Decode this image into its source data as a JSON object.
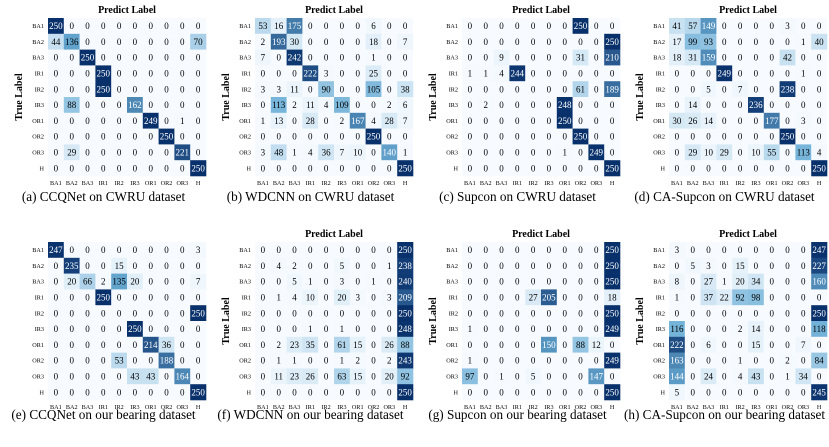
{
  "labels": [
    "BA1",
    "BA2",
    "BA3",
    "IR1",
    "IR2",
    "IR3",
    "OR1",
    "OR2",
    "OR3",
    "H"
  ],
  "colors": {
    "low": "#f7fbff",
    "mid": "#6baed6",
    "high": "#08306b",
    "text_dark": "#000000",
    "text_light": "#ffffff"
  },
  "chart_data": [
    {
      "type": "heatmap",
      "title": "Predict Label",
      "ylabel": "True Label",
      "caption": "(a) CCQNet on CWRU dataset",
      "vmax": 250,
      "values": [
        [
          250,
          0,
          0,
          0,
          0,
          0,
          0,
          0,
          0,
          0
        ],
        [
          44,
          136,
          0,
          0,
          0,
          0,
          0,
          0,
          0,
          70
        ],
        [
          0,
          0,
          250,
          0,
          0,
          0,
          0,
          0,
          0,
          0
        ],
        [
          0,
          0,
          0,
          250,
          0,
          0,
          0,
          0,
          0,
          0
        ],
        [
          0,
          0,
          0,
          250,
          0,
          0,
          0,
          0,
          0,
          0
        ],
        [
          0,
          88,
          0,
          0,
          0,
          162,
          0,
          0,
          0,
          0
        ],
        [
          0,
          0,
          0,
          0,
          0,
          0,
          249,
          0,
          1,
          0
        ],
        [
          0,
          0,
          0,
          0,
          0,
          0,
          0,
          250,
          0,
          0
        ],
        [
          0,
          29,
          0,
          0,
          0,
          0,
          0,
          0,
          221,
          0
        ],
        [
          0,
          0,
          0,
          0,
          0,
          0,
          0,
          0,
          0,
          250
        ]
      ]
    },
    {
      "type": "heatmap",
      "title": "Predict Label",
      "ylabel": "True Label",
      "caption": "(b) WDCNN on CWRU dataset",
      "vmax": 250,
      "values": [
        [
          53,
          16,
          175,
          0,
          0,
          0,
          0,
          6,
          0,
          0
        ],
        [
          2,
          193,
          30,
          0,
          0,
          0,
          0,
          18,
          0,
          7
        ],
        [
          7,
          0,
          242,
          0,
          0,
          0,
          0,
          1,
          0,
          0
        ],
        [
          0,
          0,
          0,
          222,
          3,
          0,
          0,
          25,
          0,
          0
        ],
        [
          3,
          3,
          11,
          0,
          90,
          0,
          0,
          105,
          0,
          38
        ],
        [
          0,
          113,
          2,
          11,
          4,
          109,
          0,
          0,
          2,
          6
        ],
        [
          1,
          13,
          0,
          28,
          0,
          2,
          167,
          4,
          28,
          7
        ],
        [
          0,
          0,
          0,
          0,
          0,
          0,
          0,
          250,
          0,
          0
        ],
        [
          3,
          48,
          1,
          4,
          36,
          7,
          10,
          0,
          140,
          1
        ],
        [
          0,
          0,
          0,
          0,
          0,
          0,
          0,
          0,
          0,
          250
        ]
      ]
    },
    {
      "type": "heatmap",
      "title": "Predict Label",
      "ylabel": "True Label",
      "caption": "(c) Supcon on CWRU dataset",
      "vmax": 250,
      "values": [
        [
          0,
          0,
          0,
          0,
          0,
          0,
          0,
          250,
          0,
          0
        ],
        [
          0,
          0,
          0,
          0,
          0,
          0,
          0,
          0,
          0,
          250
        ],
        [
          0,
          0,
          9,
          0,
          0,
          0,
          0,
          31,
          0,
          210
        ],
        [
          1,
          1,
          4,
          244,
          0,
          0,
          0,
          0,
          0,
          0
        ],
        [
          0,
          0,
          0,
          0,
          0,
          0,
          0,
          61,
          0,
          189
        ],
        [
          0,
          2,
          0,
          0,
          0,
          0,
          248,
          0,
          0,
          0
        ],
        [
          0,
          0,
          0,
          0,
          0,
          0,
          250,
          0,
          0,
          0
        ],
        [
          0,
          0,
          0,
          0,
          0,
          0,
          0,
          250,
          0,
          0
        ],
        [
          0,
          0,
          0,
          0,
          0,
          0,
          1,
          0,
          249,
          0
        ],
        [
          0,
          0,
          0,
          0,
          0,
          0,
          0,
          0,
          0,
          250
        ]
      ]
    },
    {
      "type": "heatmap",
      "title": "Predict Label",
      "ylabel": "True Label",
      "caption": "(d) CA-Supcon on CWRU dataset",
      "vmax": 250,
      "values": [
        [
          41,
          57,
          149,
          0,
          0,
          0,
          0,
          3,
          0,
          0
        ],
        [
          17,
          99,
          93,
          0,
          0,
          0,
          0,
          0,
          1,
          40
        ],
        [
          18,
          31,
          159,
          0,
          0,
          0,
          0,
          42,
          0,
          0
        ],
        [
          0,
          0,
          0,
          249,
          0,
          0,
          0,
          0,
          1,
          0
        ],
        [
          0,
          0,
          5,
          0,
          7,
          0,
          0,
          238,
          0,
          0
        ],
        [
          0,
          14,
          0,
          0,
          0,
          236,
          0,
          0,
          0,
          0
        ],
        [
          30,
          26,
          14,
          0,
          0,
          0,
          177,
          0,
          3,
          0
        ],
        [
          0,
          0,
          0,
          0,
          0,
          0,
          0,
          250,
          0,
          0
        ],
        [
          0,
          29,
          10,
          29,
          0,
          10,
          55,
          0,
          113,
          4
        ],
        [
          0,
          0,
          0,
          0,
          0,
          0,
          0,
          0,
          0,
          250
        ]
      ]
    },
    {
      "type": "heatmap",
      "title": "",
      "ylabel": "",
      "caption": "(e) CCQNet on our bearing dataset",
      "vmax": 250,
      "values": [
        [
          247,
          0,
          0,
          0,
          0,
          0,
          0,
          0,
          0,
          3
        ],
        [
          0,
          235,
          0,
          0,
          15,
          0,
          0,
          0,
          0,
          0
        ],
        [
          0,
          20,
          66,
          2,
          135,
          20,
          0,
          0,
          0,
          7
        ],
        [
          0,
          0,
          0,
          250,
          0,
          0,
          0,
          0,
          0,
          0
        ],
        [
          0,
          0,
          0,
          0,
          0,
          0,
          0,
          0,
          0,
          250
        ],
        [
          0,
          0,
          0,
          0,
          0,
          250,
          0,
          0,
          0,
          0
        ],
        [
          0,
          0,
          0,
          0,
          0,
          0,
          214,
          36,
          0,
          0
        ],
        [
          0,
          0,
          0,
          0,
          53,
          0,
          0,
          188,
          0,
          0
        ],
        [
          0,
          0,
          0,
          0,
          0,
          43,
          43,
          0,
          164,
          0
        ],
        [
          0,
          0,
          0,
          0,
          0,
          0,
          0,
          0,
          0,
          250
        ]
      ]
    },
    {
      "type": "heatmap",
      "title": "Predict Label",
      "ylabel": "True Label",
      "caption": "(f) WDCNN on our bearing dataset",
      "vmax": 250,
      "values": [
        [
          0,
          0,
          0,
          0,
          0,
          0,
          0,
          0,
          0,
          250
        ],
        [
          0,
          4,
          2,
          0,
          0,
          5,
          0,
          0,
          1,
          238
        ],
        [
          0,
          0,
          5,
          1,
          0,
          3,
          0,
          1,
          0,
          240
        ],
        [
          0,
          1,
          4,
          10,
          0,
          20,
          3,
          0,
          3,
          209
        ],
        [
          0,
          0,
          0,
          0,
          0,
          0,
          0,
          0,
          0,
          250
        ],
        [
          0,
          0,
          0,
          1,
          0,
          1,
          0,
          0,
          0,
          248
        ],
        [
          0,
          2,
          23,
          35,
          0,
          61,
          15,
          0,
          26,
          88
        ],
        [
          0,
          1,
          1,
          0,
          0,
          1,
          2,
          0,
          2,
          243
        ],
        [
          0,
          11,
          23,
          26,
          0,
          63,
          15,
          0,
          20,
          92
        ],
        [
          0,
          0,
          0,
          0,
          0,
          0,
          0,
          0,
          0,
          250
        ]
      ]
    },
    {
      "type": "heatmap",
      "title": "Predict Label",
      "ylabel": "True Label",
      "caption": "(g) Supcon on our bearing dataset",
      "vmax": 250,
      "values": [
        [
          0,
          0,
          0,
          0,
          0,
          0,
          0,
          0,
          0,
          250
        ],
        [
          0,
          0,
          0,
          0,
          0,
          0,
          0,
          0,
          0,
          250
        ],
        [
          0,
          0,
          0,
          0,
          0,
          0,
          0,
          0,
          0,
          250
        ],
        [
          0,
          0,
          0,
          0,
          27,
          205,
          0,
          0,
          0,
          18
        ],
        [
          0,
          0,
          0,
          0,
          0,
          0,
          0,
          0,
          0,
          250
        ],
        [
          1,
          0,
          0,
          0,
          0,
          0,
          0,
          0,
          0,
          249
        ],
        [
          0,
          0,
          0,
          0,
          0,
          150,
          0,
          88,
          12,
          0
        ],
        [
          1,
          0,
          0,
          0,
          0,
          0,
          0,
          0,
          0,
          249
        ],
        [
          97,
          0,
          1,
          0,
          5,
          0,
          0,
          0,
          147,
          0
        ],
        [
          0,
          0,
          0,
          0,
          0,
          0,
          0,
          0,
          0,
          250
        ]
      ]
    },
    {
      "type": "heatmap",
      "title": "Predict Label",
      "ylabel": "True Label",
      "caption": "(h) CA-Supcon on our bearing dataset",
      "vmax": 250,
      "values": [
        [
          3,
          0,
          0,
          0,
          0,
          0,
          0,
          0,
          0,
          247
        ],
        [
          0,
          5,
          3,
          0,
          15,
          0,
          0,
          0,
          0,
          227
        ],
        [
          8,
          0,
          27,
          1,
          20,
          34,
          0,
          0,
          0,
          160
        ],
        [
          1,
          0,
          37,
          22,
          92,
          98,
          0,
          0,
          0,
          0
        ],
        [
          0,
          0,
          0,
          0,
          0,
          0,
          0,
          0,
          0,
          250
        ],
        [
          116,
          0,
          0,
          0,
          2,
          14,
          0,
          0,
          0,
          118
        ],
        [
          222,
          0,
          6,
          0,
          0,
          15,
          0,
          0,
          7,
          0
        ],
        [
          163,
          0,
          0,
          0,
          1,
          0,
          0,
          2,
          0,
          84
        ],
        [
          144,
          0,
          24,
          0,
          4,
          43,
          0,
          1,
          34,
          0
        ],
        [
          5,
          0,
          0,
          0,
          0,
          0,
          0,
          0,
          0,
          245
        ]
      ]
    }
  ]
}
